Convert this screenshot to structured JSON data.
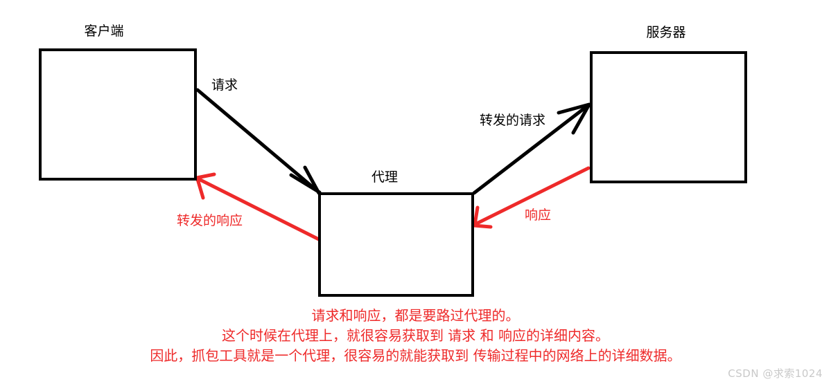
{
  "diagram": {
    "title_colors": {
      "node_stroke": "#000000",
      "request_flow": "#000000",
      "response_flow": "#ee2a2a",
      "caption": "#ee2a2a",
      "watermark": "#c9c9c9",
      "background": "#ffffff"
    },
    "nodes": [
      {
        "id": "client",
        "label": "客户端"
      },
      {
        "id": "proxy",
        "label": "代理"
      },
      {
        "id": "server",
        "label": "服务器"
      }
    ],
    "edges": [
      {
        "id": "request",
        "label": "请求",
        "from": "client",
        "to": "proxy",
        "color": "#000000"
      },
      {
        "id": "forwarded-request",
        "label": "转发的请求",
        "from": "proxy",
        "to": "server",
        "color": "#000000"
      },
      {
        "id": "response",
        "label": "响应",
        "from": "server",
        "to": "proxy",
        "color": "#ee2a2a"
      },
      {
        "id": "forwarded-response",
        "label": "转发的响应",
        "from": "proxy",
        "to": "client",
        "color": "#ee2a2a"
      }
    ]
  },
  "caption": {
    "lines": [
      "请求和响应，都是要路过代理的。",
      "这个时候在代理上，就很容易获取到 请求 和 响应的详细内容。",
      "因此，抓包工具就是一个代理，很容易的就能获取到 传输过程中的网络上的详细数据。"
    ]
  },
  "watermark": {
    "text": "CSDN @求索1024"
  }
}
